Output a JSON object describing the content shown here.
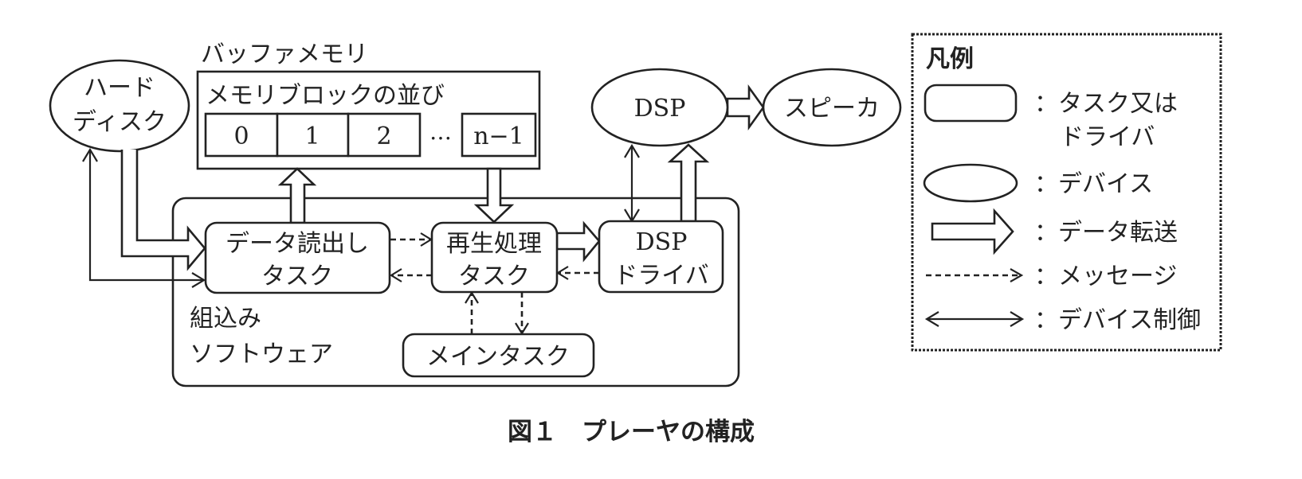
{
  "figure": {
    "caption": "図１　プレーヤの構成"
  },
  "devices": {
    "hard_disk": {
      "line1": "ハード",
      "line2": "ディスク"
    },
    "dsp": {
      "label": "DSP"
    },
    "speaker": {
      "label": "スピーカ"
    }
  },
  "buffer_memory": {
    "title": "バッファメモリ",
    "subtitle": "メモリブロックの並び",
    "blocks": [
      "0",
      "1",
      "2"
    ],
    "ellipsis": "…",
    "last_block": "n−1"
  },
  "software": {
    "label_line1": "組込み",
    "label_line2": "ソフトウェア",
    "tasks": {
      "data_read": {
        "line1": "データ読出し",
        "line2": "タスク"
      },
      "playback": {
        "line1": "再生処理",
        "line2": "タスク"
      },
      "dsp_driver": {
        "line1": "DSP",
        "line2": "ドライバ"
      },
      "main": {
        "label": "メインタスク"
      }
    }
  },
  "legend": {
    "title": "凡例",
    "items": [
      {
        "symbol": "rounded-rect",
        "line1": "：タスク又は",
        "line2": "ドライバ"
      },
      {
        "symbol": "ellipse",
        "line1": "：デバイス"
      },
      {
        "symbol": "block-arrow",
        "line1": "：データ転送"
      },
      {
        "symbol": "dashed-arrow",
        "line1": "：メッセージ"
      },
      {
        "symbol": "double-headed-arrow",
        "line1": "：デバイス制御"
      }
    ]
  }
}
